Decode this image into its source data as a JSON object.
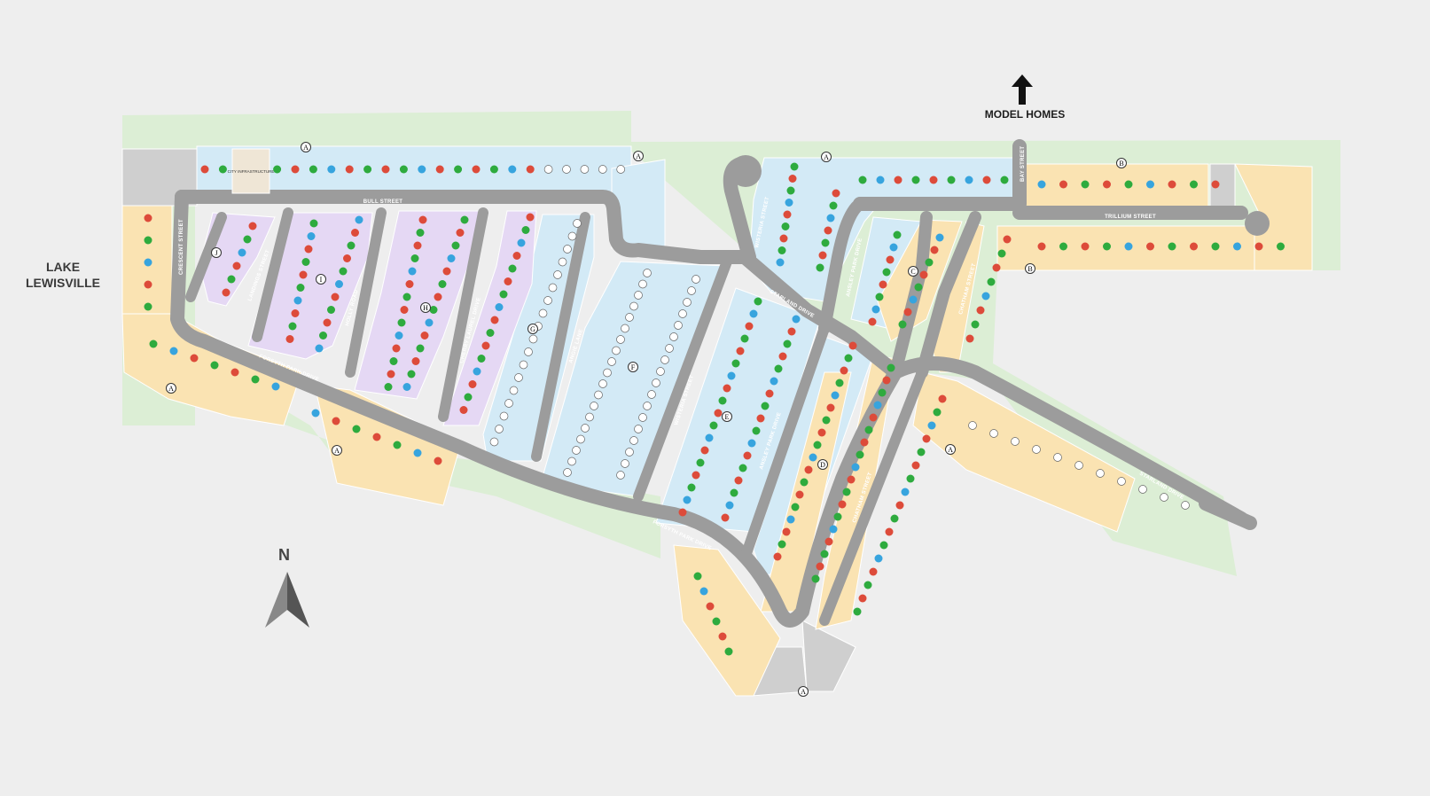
{
  "labels": {
    "lake": "LAKE LEWISVILLE",
    "model_homes": "MODEL HOMES",
    "north": "N",
    "city_infra": "CITY INFRASTRUCTURE"
  },
  "streets": {
    "bull": "BULL STREET",
    "crescent": "CRESCENT STREET",
    "landings": "LANDINGS STREET",
    "holly": "HOLLY ROAD",
    "cherry": "CHERRY LAUREL DRIVE",
    "angie": "ANGIE LANE",
    "wisteria1": "WISTERIA STREET",
    "wisteria2": "WISTERIA STREET",
    "starland1": "STARLAND DRIVE",
    "starland2": "STARLAND DRIVE",
    "forsyth1": "FORSYTH PARK DRIVE",
    "forsyth2": "FORSYTH PARK DRIVE",
    "ansley1": "ANSLEY PARK DRIVE",
    "ansley2": "ANSLEY PARK DRIVE",
    "chatham1": "CHATHAM STREET",
    "chatham2": "CHATHAM STREET",
    "trillium": "TRILLIUM STREET",
    "bay": "BAY STREET"
  },
  "phases": [
    "A",
    "A",
    "A",
    "A",
    "A",
    "A",
    "A",
    "B",
    "B",
    "C",
    "D",
    "E",
    "F",
    "G",
    "H",
    "I",
    "J"
  ],
  "colors": {
    "background": "#eeeeee",
    "green_space": "#dceed5",
    "road": "#9c9c9c",
    "lot_blue": "#d3eaf6",
    "lot_yellow": "#fae3b2",
    "lot_purple": "#e5d8f4",
    "lot_gray": "#cfcfcf",
    "status_sold": "#dd4b3a",
    "status_available": "#2eab3e",
    "status_pending": "#37a4de",
    "status_hold": "#f39a1e"
  }
}
